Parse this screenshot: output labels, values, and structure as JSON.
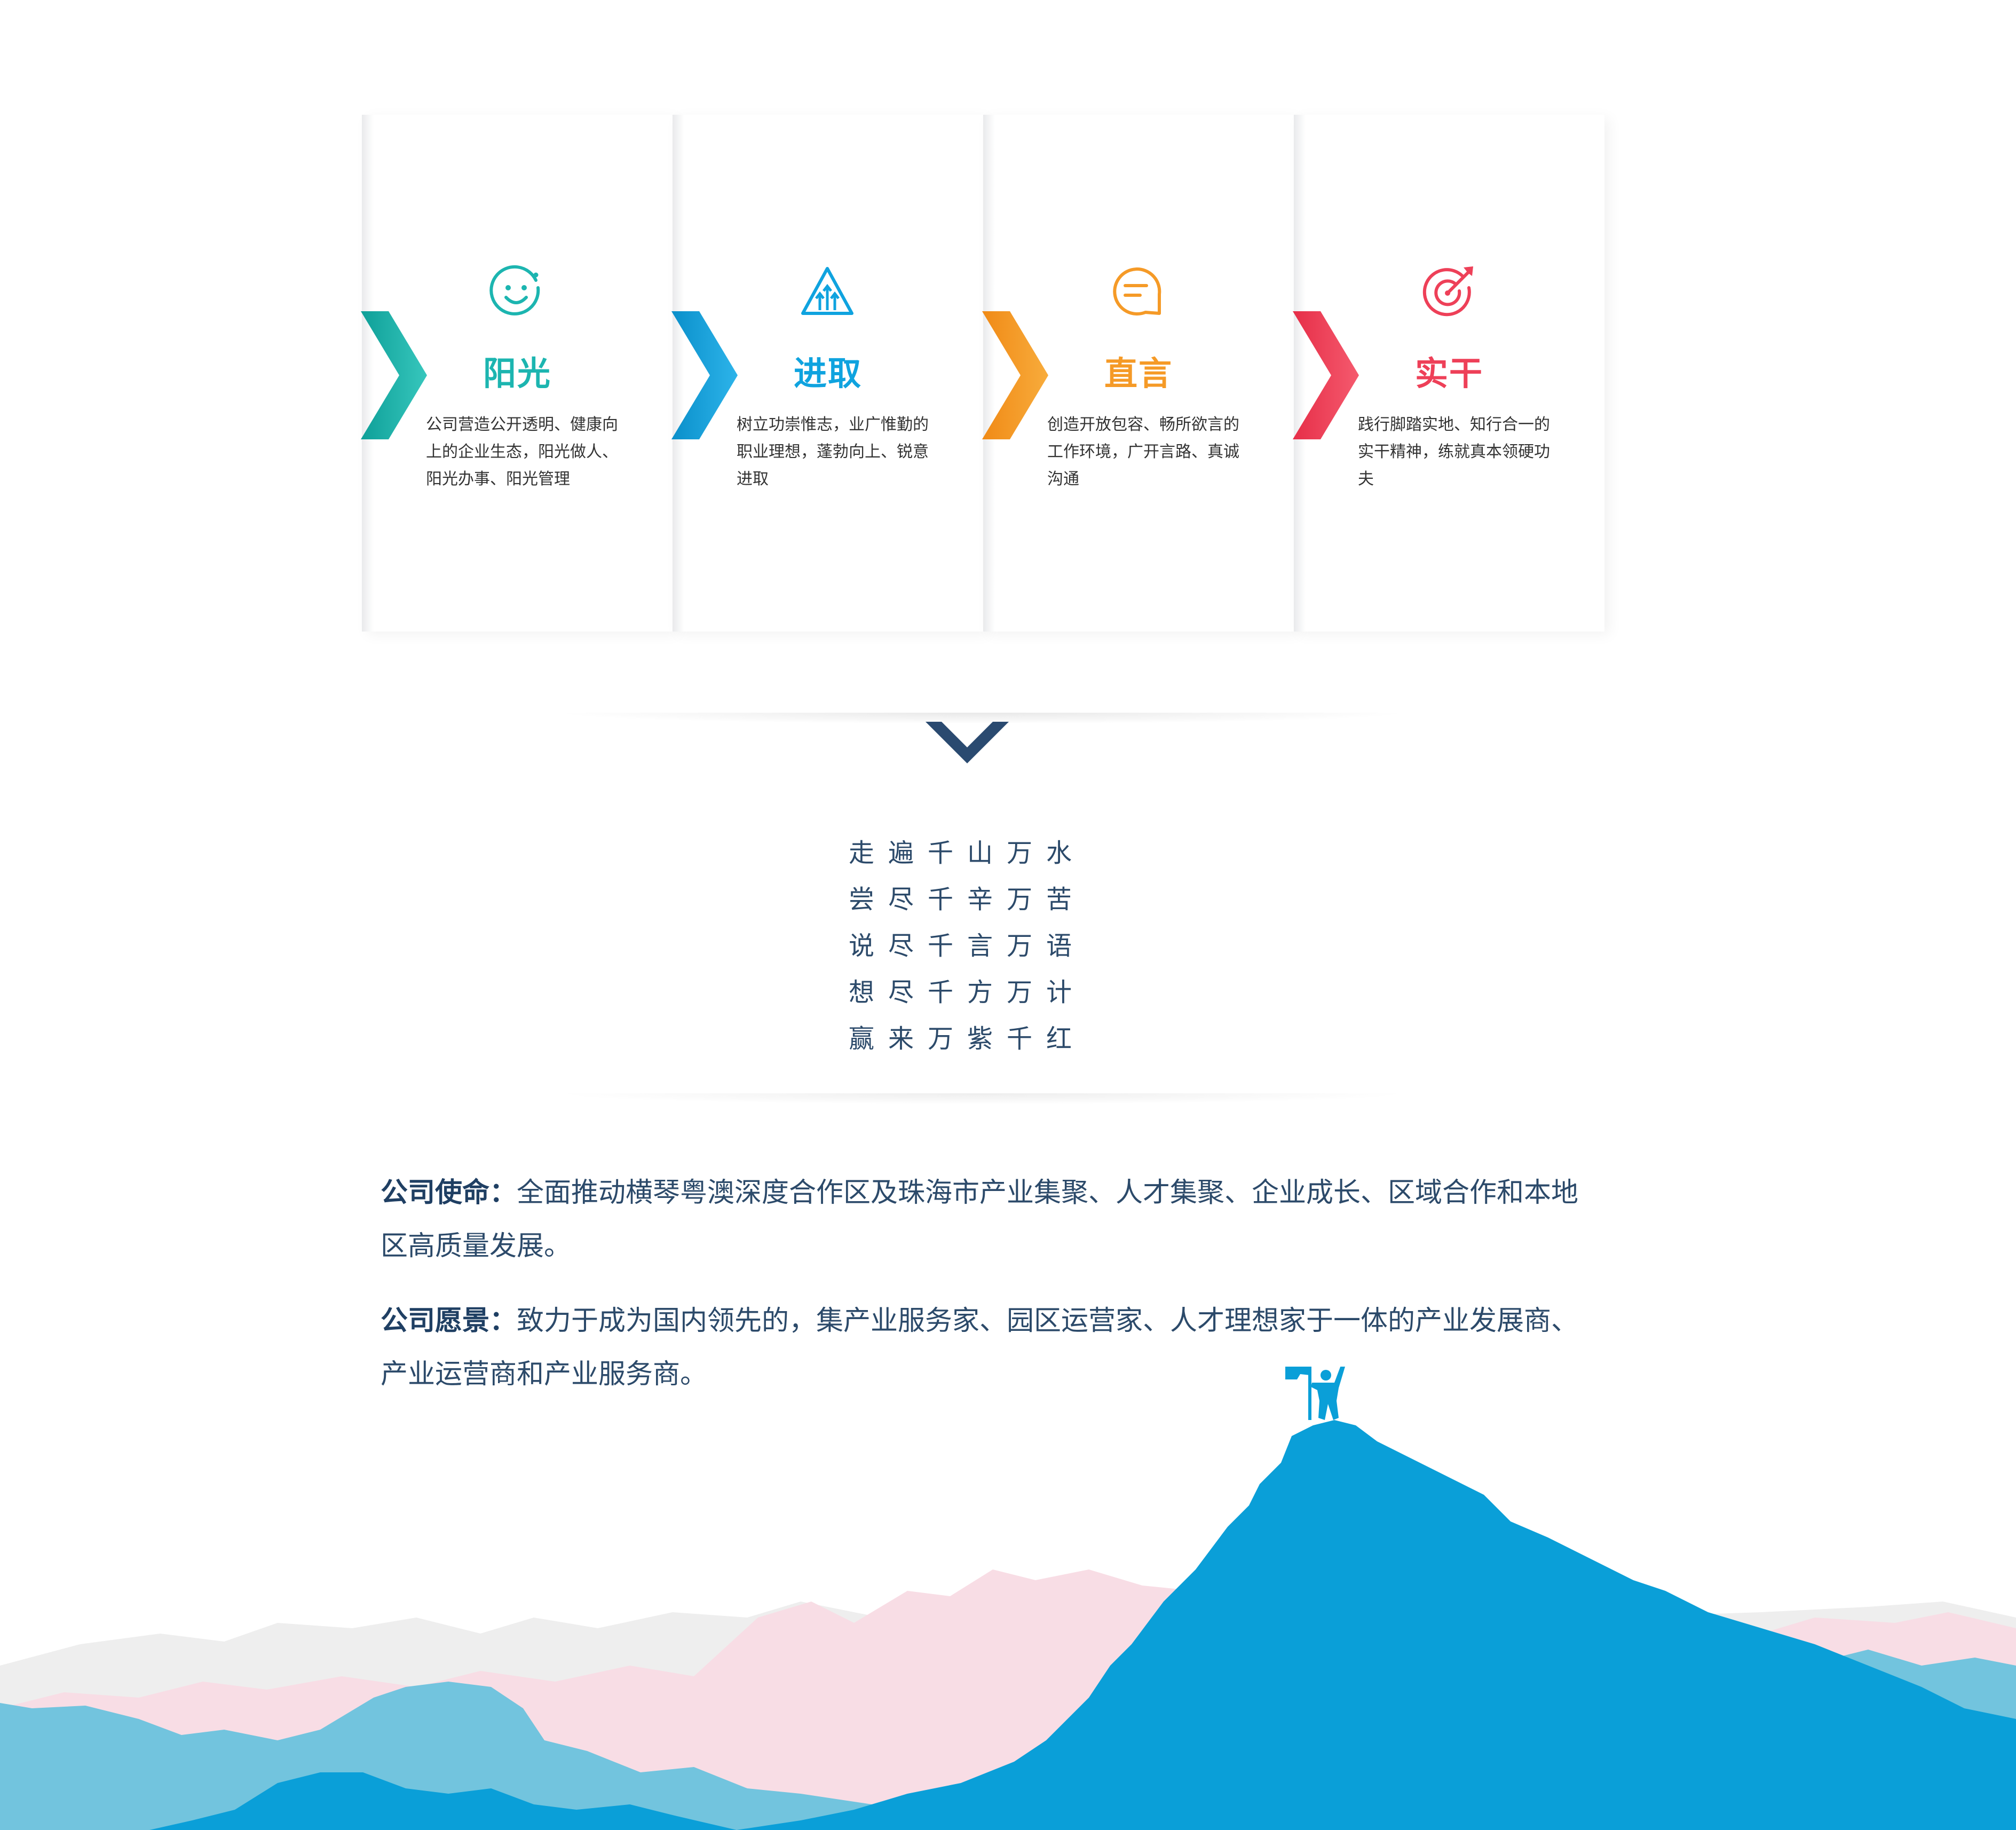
{
  "values": [
    {
      "title": "阳光",
      "description": "公司营造公开透明、健康向上的企业生态，阳光做人、阳光办事、阳光管理",
      "color": "#1cb5b0",
      "icon": "smile-icon"
    },
    {
      "title": "进取",
      "description": "树立功崇惟志，业广惟勤的职业理想，蓬勃向上、锐意进取",
      "color": "#0fa3df",
      "icon": "arrows-up-triangle-icon"
    },
    {
      "title": "直言",
      "description": "创造开放包容、畅所欲言的工作环境，广开言路、真诚沟通",
      "color": "#f59a27",
      "icon": "chat-bubble-icon"
    },
    {
      "title": "实干",
      "description": "践行脚踏实地、知行合一的实干精神，练就真本领硬功夫",
      "color": "#ee4058",
      "icon": "target-icon"
    }
  ],
  "poem": [
    "走遍千山万水",
    "尝尽千辛万苦",
    "说尽千言万语",
    "想尽千方万计",
    "赢来万紫千红"
  ],
  "mission": {
    "label": "公司使命：",
    "text": "全面推动横琴粤澳深度合作区及珠海市产业集聚、人才集聚、企业成长、区域合作和本地区高质量发展。"
  },
  "vision": {
    "label": "公司愿景：",
    "text": "致力于成为国内领先的，集产业服务家、园区运营家、人才理想家于一体的产业发展商、产业运营商和产业服务商。"
  },
  "colors": {
    "arrow_dark": "#2a4a70",
    "mountain_main": "#0a9fd8",
    "mountain_light_blue": "#72c4de",
    "mountain_pink": "#f8dde5",
    "mountain_grey": "#eeeeee"
  }
}
